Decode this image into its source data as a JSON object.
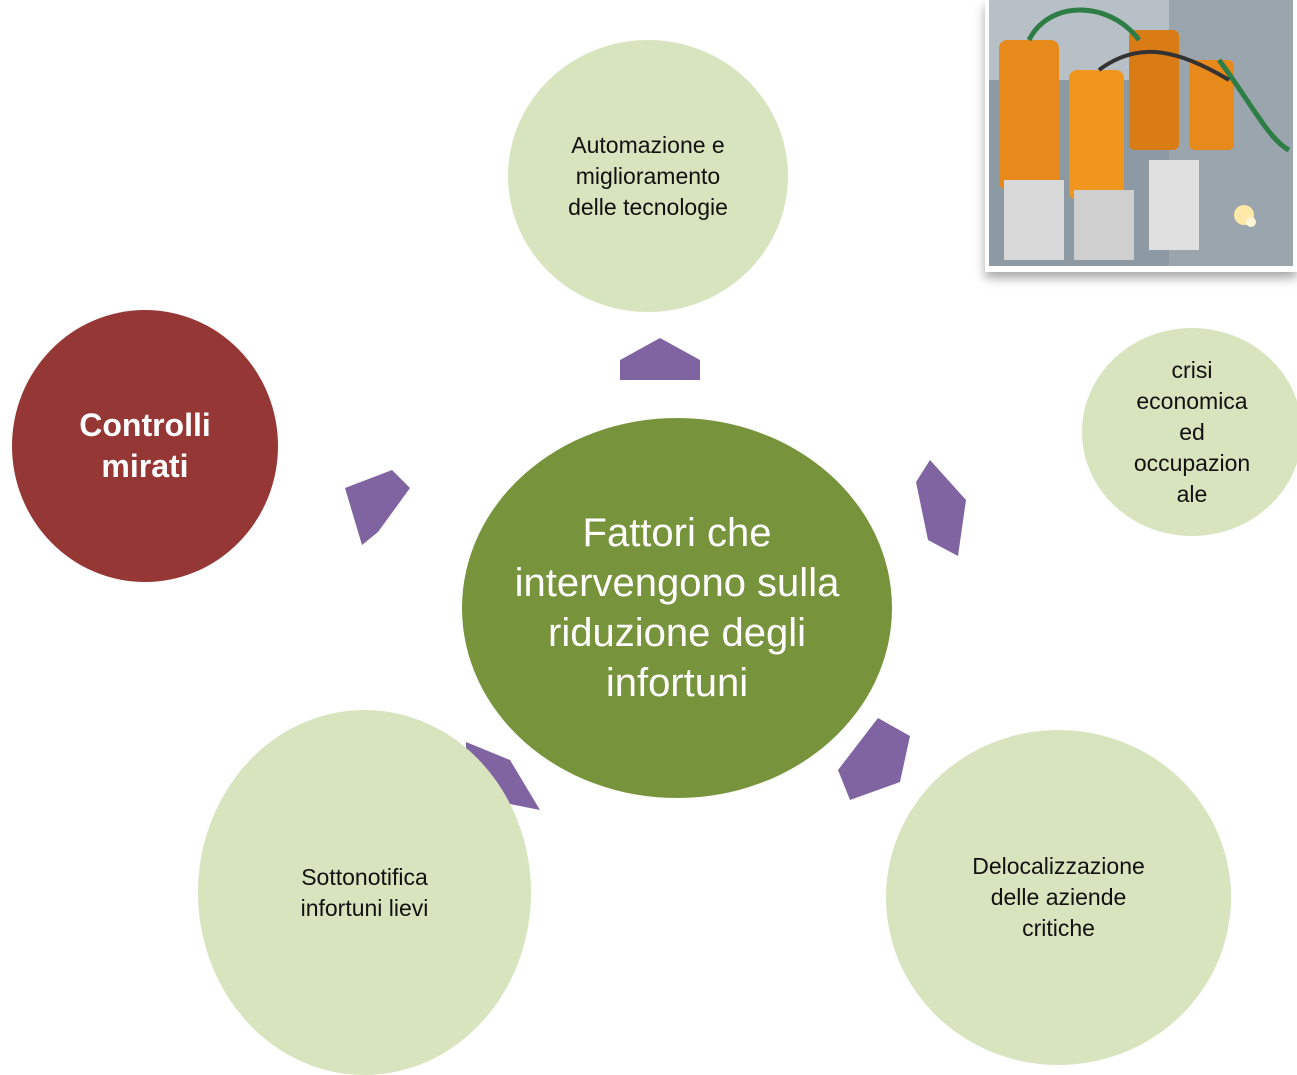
{
  "center": {
    "text": "Fattori che intervengono sulla riduzione degli infortuni"
  },
  "nodes": {
    "top": "Automazione e\nmiglioramento\ndelle tecnologie",
    "left": "Controlli\nmirati",
    "right": "crisi\neconomica\ned\noccupazion\nale",
    "bottom_right": "Delocalizzazione\ndelle aziende\ncritiche",
    "bottom_left": "Sottonotifica\ninfortuni lievi"
  },
  "colors": {
    "center": "#77933c",
    "node_light": "#d7e4bd",
    "node_highlight": "#953735",
    "arrow": "#8064a2"
  },
  "photo": {
    "icon": "industrial-robot-arms-photo"
  }
}
